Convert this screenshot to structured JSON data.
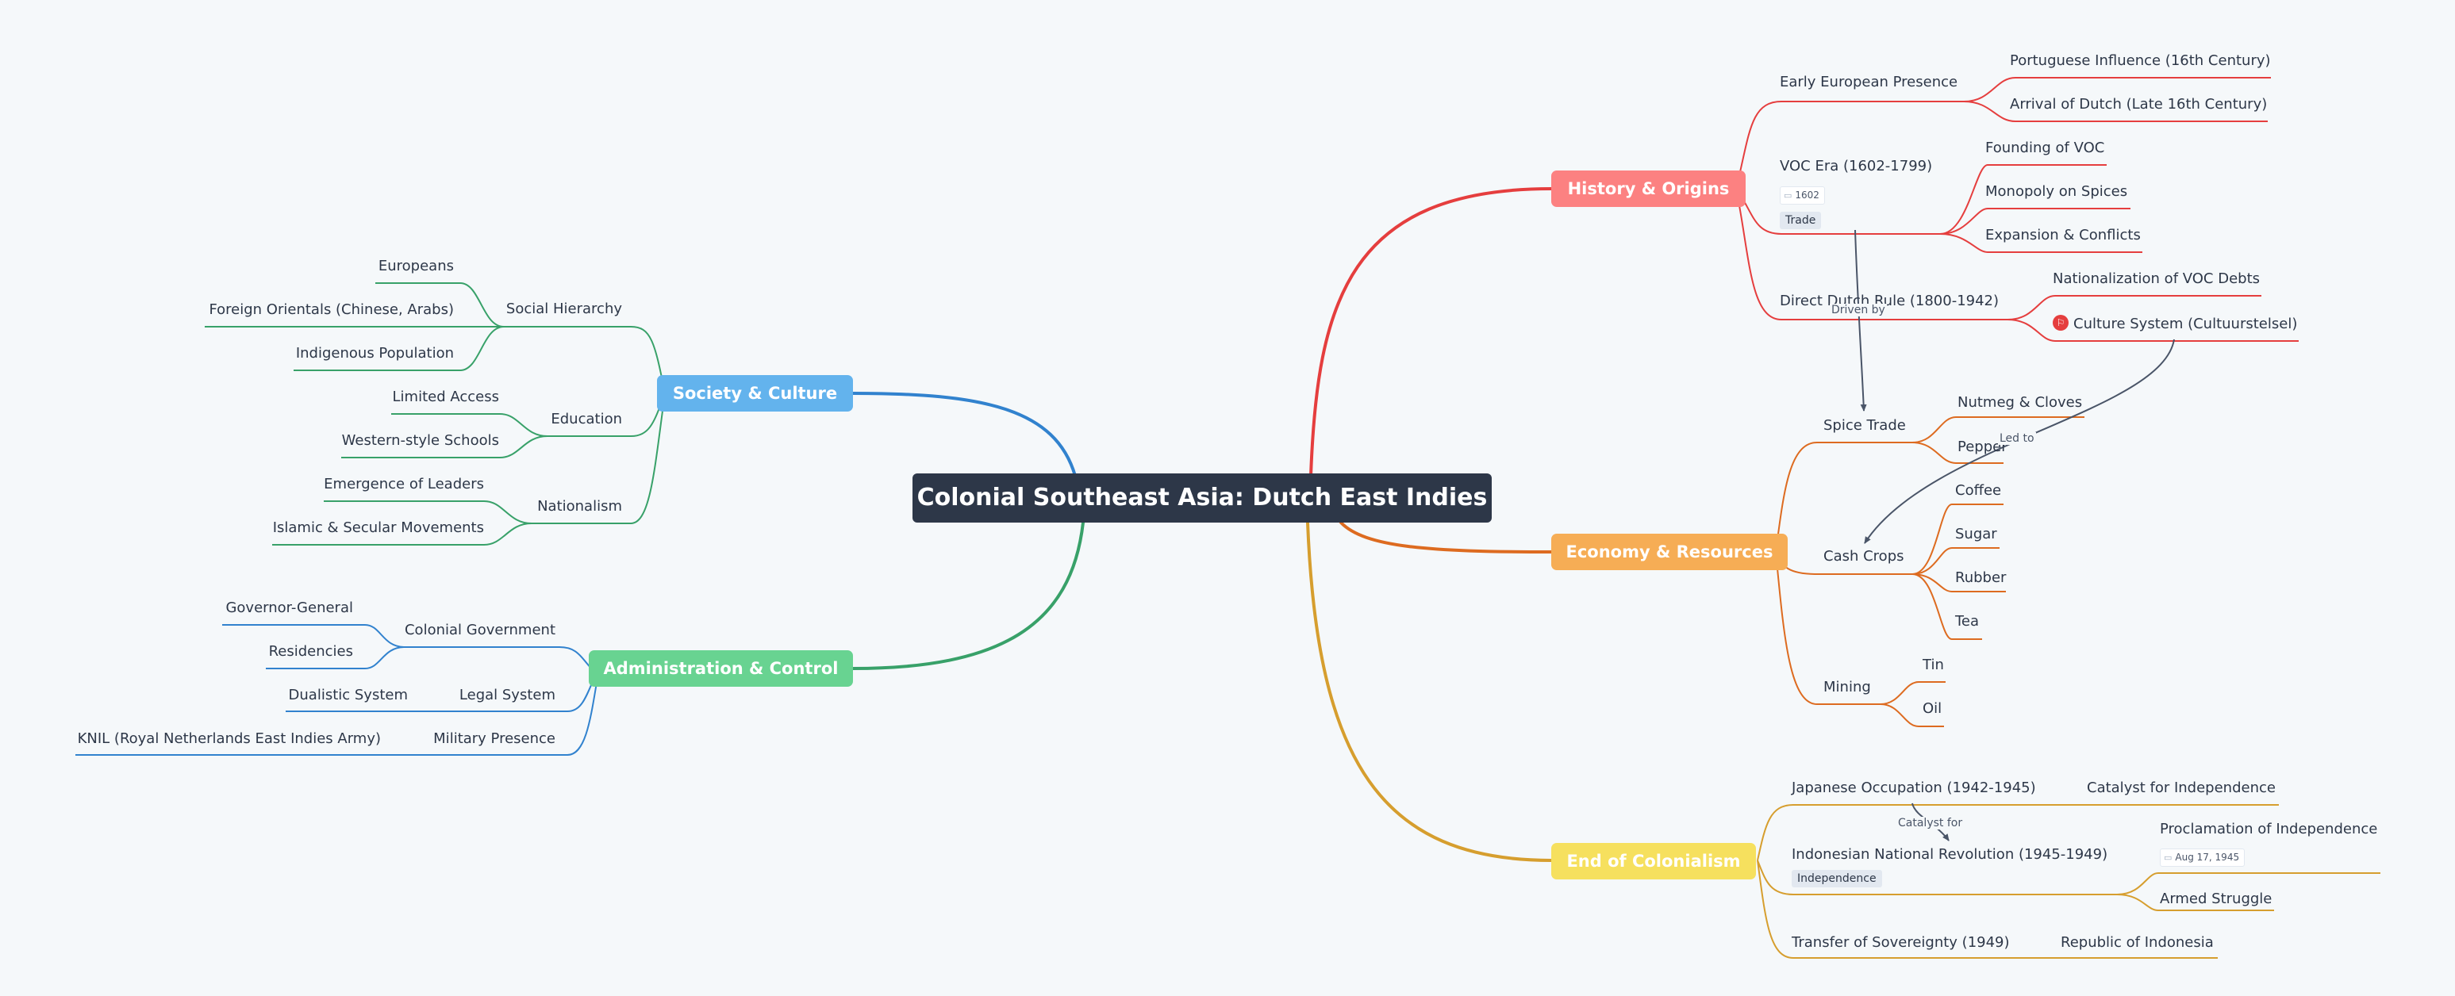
{
  "central": "Colonial Southeast Asia: Dutch East Indies",
  "colors": {
    "history": "#fc8181",
    "economy": "#f6ad55",
    "end": "#f6e05e",
    "society": "#63b3ed",
    "admin": "#68d391",
    "central": "#2d3748"
  },
  "history": {
    "label": "History & Origins",
    "early": {
      "label": "Early European Presence",
      "portuguese": "Portuguese Influence (16th Century)",
      "dutch": "Arrival of Dutch (Late 16th Century)"
    },
    "voc": {
      "label": "VOC Era (1602-1799)",
      "date": "1602",
      "tag": "Trade",
      "founding": "Founding of VOC",
      "monopoly": "Monopoly on Spices",
      "expansion": "Expansion & Conflicts"
    },
    "direct": {
      "label": "Direct Dutch Rule (1800-1942)",
      "nationalization": "Nationalization of VOC Debts",
      "culture_system": "Culture System (Cultuurstelsel)",
      "culture_icon": "flag-icon"
    }
  },
  "economy": {
    "label": "Economy & Resources",
    "spice": {
      "label": "Spice Trade",
      "nutmeg": "Nutmeg & Cloves",
      "pepper": "Pepper"
    },
    "cash": {
      "label": "Cash Crops",
      "coffee": "Coffee",
      "sugar": "Sugar",
      "rubber": "Rubber",
      "tea": "Tea"
    },
    "mining": {
      "label": "Mining",
      "tin": "Tin",
      "oil": "Oil"
    }
  },
  "end": {
    "label": "End of Colonialism",
    "japanese": {
      "label": "Japanese Occupation (1942-1945)",
      "catalyst": "Catalyst for Independence"
    },
    "revolution": {
      "label": "Indonesian National Revolution (1945-1949)",
      "tag": "Independence",
      "proclamation": "Proclamation of Independence",
      "date": "Aug 17, 1945",
      "armed": "Armed Struggle"
    },
    "transfer": {
      "label": "Transfer of Sovereignty (1949)",
      "republic": "Republic of Indonesia"
    }
  },
  "society": {
    "label": "Society & Culture",
    "hierarchy": {
      "label": "Social Hierarchy",
      "europeans": "Europeans",
      "foreign": "Foreign Orientals (Chinese, Arabs)",
      "indigenous": "Indigenous Population"
    },
    "education": {
      "label": "Education",
      "limited": "Limited Access",
      "western": "Western-style Schools"
    },
    "nationalism": {
      "label": "Nationalism",
      "leaders": "Emergence of Leaders",
      "movements": "Islamic & Secular Movements"
    }
  },
  "admin": {
    "label": "Administration & Control",
    "government": {
      "label": "Colonial Government",
      "governor": "Governor-General",
      "residencies": "Residencies"
    },
    "legal": {
      "label": "Legal System",
      "dualistic": "Dualistic System"
    },
    "military": {
      "label": "Military Presence",
      "knil": "KNIL (Royal Netherlands East Indies Army)"
    }
  },
  "relations": {
    "driven_by": "Driven by",
    "led_to": "Led to",
    "catalyst_for": "Catalyst for"
  }
}
